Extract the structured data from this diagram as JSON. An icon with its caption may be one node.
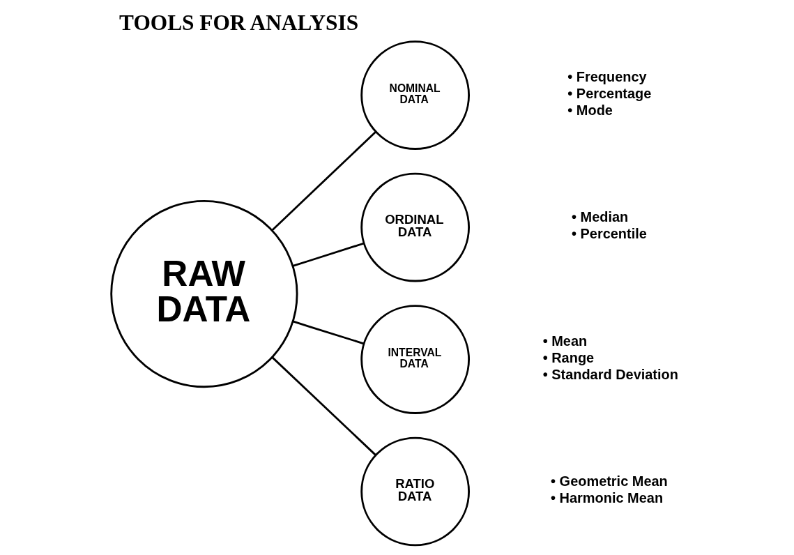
{
  "diagram": {
    "title": "TOOLS FOR ANALYSIS",
    "nodes": [
      {
        "text": [
          "RAW DATA"
        ]
      },
      {
        "text": [
          "NOMINAL DATA"
        ],
        "beside": [
          "• Frequency",
          "• Percentage",
          "• Mode"
        ]
      },
      {
        "text": [
          "ORDINAL DATA"
        ],
        "beside": [
          "• Median",
          "• Percentile"
        ]
      },
      {
        "text": [
          "INTERVAL DATA"
        ],
        "beside": [
          "• Mean",
          "• Range",
          "• Standard Deviation"
        ]
      },
      {
        "text": [
          "RATIO DATA"
        ],
        "beside": [
          "• Geometric Mean",
          "• Harmonic Mean"
        ]
      }
    ],
    "edges": [
      {
        "from": 0,
        "to": 1,
        "arrow": "none"
      },
      {
        "from": 0,
        "to": 2,
        "arrow": "none"
      },
      {
        "from": 0,
        "to": 3,
        "arrow": "none"
      },
      {
        "from": 0,
        "to": 4,
        "arrow": "none"
      }
    ]
  }
}
